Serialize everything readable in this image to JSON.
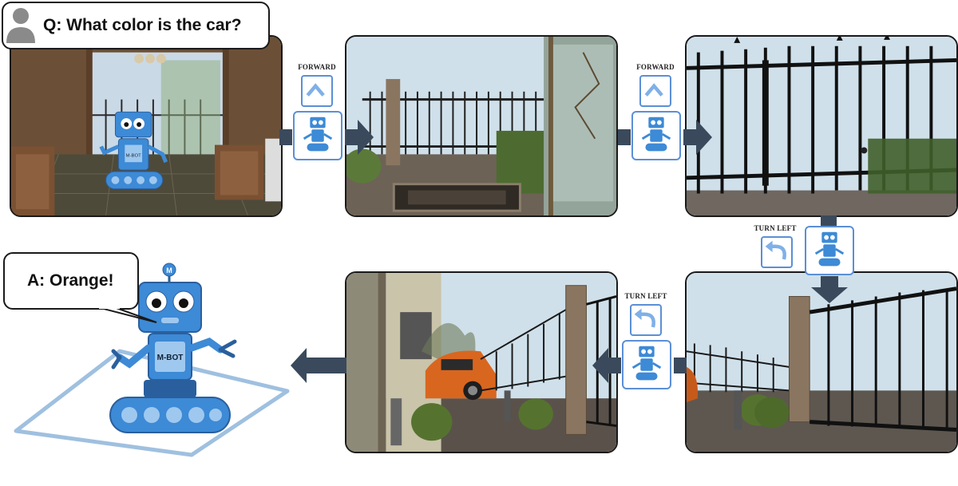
{
  "question": {
    "text": "Q: What color is the car?"
  },
  "answer": {
    "text": "A: Orange!"
  },
  "steps": [
    {
      "action": "FORWARD"
    },
    {
      "action": "FORWARD"
    },
    {
      "action": "TURN LEFT"
    },
    {
      "action": "TURN LEFT"
    }
  ],
  "robot": {
    "badge": "M-BOT",
    "antenna_letter": "M"
  },
  "colors": {
    "robot_blue": "#3d8ad6",
    "robot_dark": "#2a5f9e",
    "arrow": "#3a4a5c",
    "icon_border": "#5b8fd6",
    "car": "#d9661f"
  }
}
